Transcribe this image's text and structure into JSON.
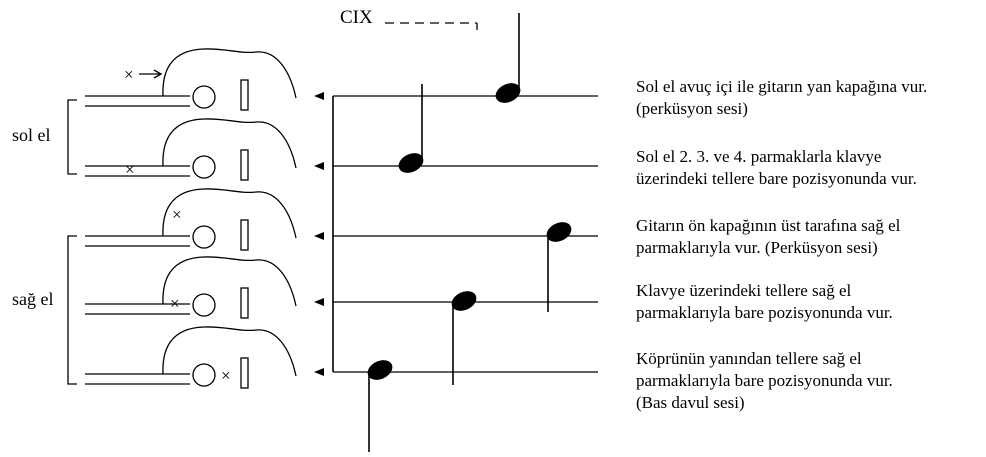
{
  "top_marker": "CIX",
  "group_labels": {
    "left_hand": "sol el",
    "right_hand": "sağ el"
  },
  "rows": [
    {
      "lines": [
        "Sol el avuç içi ile gitarın yan kapağına vur.",
        "(perküsyon sesi)"
      ]
    },
    {
      "lines": [
        "Sol el  2. 3. ve 4. parmaklarla klavye",
        "üzerindeki tellere bare pozisyonunda vur."
      ]
    },
    {
      "lines": [
        "Gitarın ön kapağının üst tarafına sağ el",
        "parmaklarıyla vur. (Perküsyon sesi)"
      ]
    },
    {
      "lines": [
        "Klavye üzerindeki tellere sağ el",
        "parmaklarıyla bare pozisyonunda vur."
      ]
    },
    {
      "lines": [
        "Köprünün yanından tellere sağ el",
        "parmaklarıyla bare pozisyonunda vur.",
        "(Bas davul sesi)"
      ]
    }
  ],
  "strike_marker": "×",
  "colors": {
    "ink": "#000000",
    "background": "#ffffff"
  },
  "icons": [
    "guitar-outline-icon",
    "x-mark-icon",
    "arrow-icon",
    "note-icon"
  ]
}
